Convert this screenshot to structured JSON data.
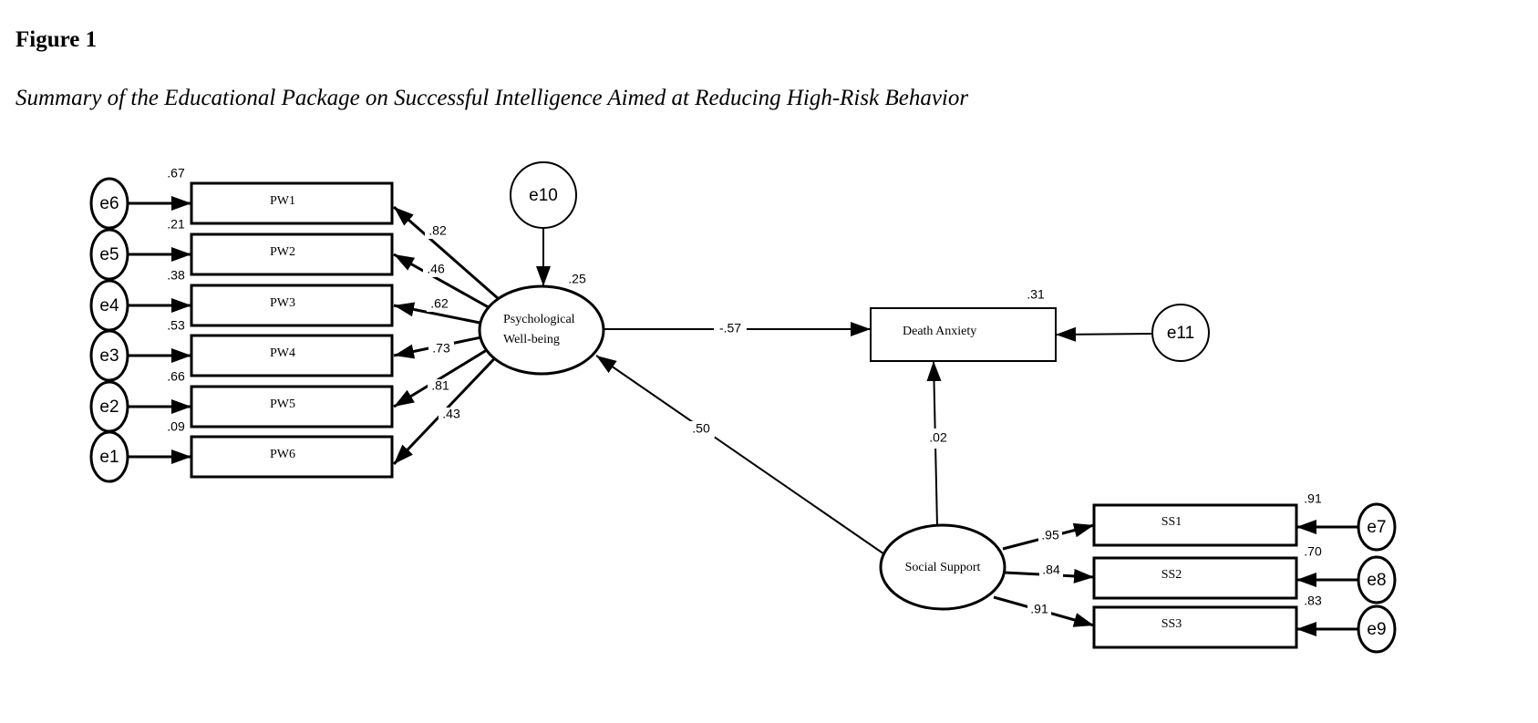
{
  "figure": {
    "label": "Figure 1",
    "caption": "Summary of the Educational Package on Successful Intelligence Aimed at Reducing High-Risk Behavior"
  },
  "diagram": {
    "type": "structural-equation-model",
    "latents": [
      {
        "id": "pwb",
        "lines": [
          "Psychological",
          "Well-being"
        ],
        "r2": ".25"
      },
      {
        "id": "ss",
        "lines": [
          "Social Support"
        ],
        "r2": null
      }
    ],
    "observed": [
      {
        "id": "PW1",
        "label": "PW1",
        "r2": ".67",
        "error": "e6",
        "loading": ".82"
      },
      {
        "id": "PW2",
        "label": "PW2",
        "r2": ".21",
        "error": "e5",
        "loading": ".46"
      },
      {
        "id": "PW3",
        "label": "PW3",
        "r2": ".38",
        "error": "e4",
        "loading": ".62"
      },
      {
        "id": "PW4",
        "label": "PW4",
        "r2": ".53",
        "error": "e3",
        "loading": ".73"
      },
      {
        "id": "PW5",
        "label": "PW5",
        "r2": ".66",
        "error": "e2",
        "loading": ".81"
      },
      {
        "id": "PW6",
        "label": "PW6",
        "r2": ".09",
        "error": "e1",
        "loading": ".43"
      },
      {
        "id": "SS1",
        "label": "SS1",
        "r2": ".91",
        "error": "e7",
        "loading": ".95"
      },
      {
        "id": "SS2",
        "label": "SS2",
        "r2": ".70",
        "error": "e8",
        "loading": ".84"
      },
      {
        "id": "SS3",
        "label": "SS3",
        "r2": ".83",
        "error": "e9",
        "loading": ".91"
      }
    ],
    "outcome": {
      "id": "da",
      "label": "Death Anxiety",
      "r2": ".31",
      "error": "e11"
    },
    "latent_errors": [
      {
        "id": "e10",
        "label": "e10",
        "target": "pwb"
      }
    ],
    "paths": [
      {
        "from": "pwb",
        "to": "da",
        "coef": "-.57"
      },
      {
        "from": "ss",
        "to": "pwb",
        "coef": ".50"
      },
      {
        "from": "ss",
        "to": "da",
        "coef": ".02"
      }
    ]
  }
}
